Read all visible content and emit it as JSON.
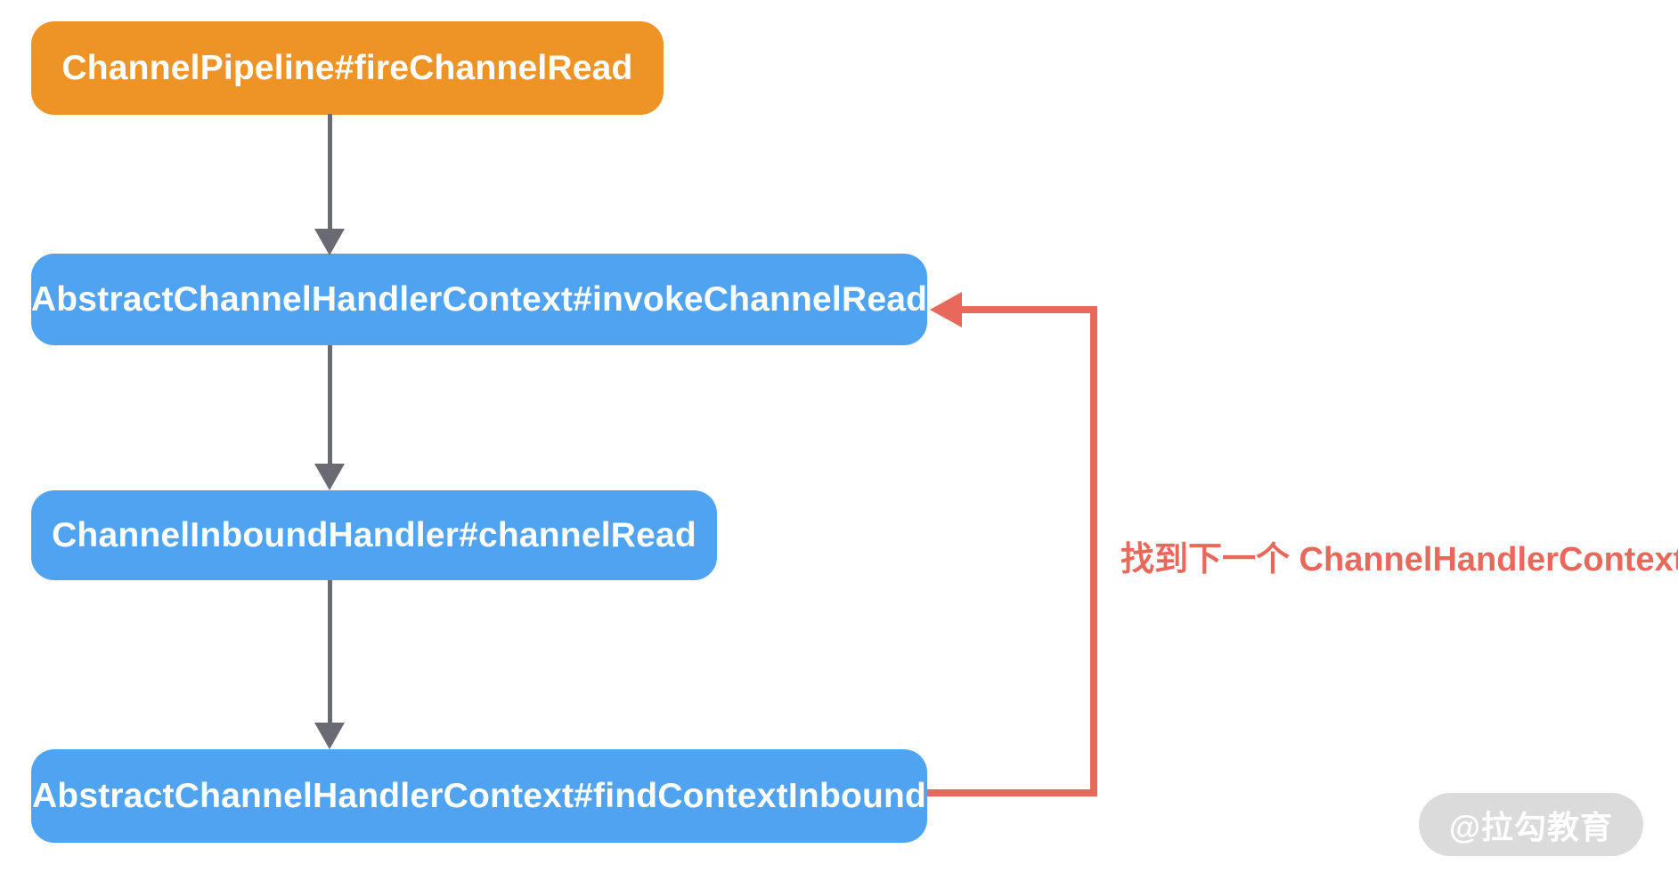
{
  "diagram": {
    "background": "#FFFFFF",
    "nodes": [
      {
        "id": "fire-channel-read",
        "label": "ChannelPipeline#fireChannelRead",
        "fill": "#EE9427",
        "text_color": "#FFFFFF",
        "shape": "rounded-rect"
      },
      {
        "id": "invoke-channel-read",
        "label": "AbstractChannelHandlerContext#invokeChannelRead",
        "fill": "#4FA3F0",
        "text_color": "#FFFFFF",
        "shape": "rounded-rect"
      },
      {
        "id": "channel-read",
        "label": "ChannelInboundHandler#channelRead",
        "fill": "#4FA3F0",
        "text_color": "#FFFFFF",
        "shape": "rounded-rect"
      },
      {
        "id": "find-context-inbound",
        "label": "AbstractChannelHandlerContext#findContextInbound",
        "fill": "#4FA3F0",
        "text_color": "#FFFFFF",
        "shape": "rounded-rect"
      }
    ],
    "edges": [
      {
        "from": "fire-channel-read",
        "to": "invoke-channel-read",
        "direction": "down",
        "color": "#6A6A72"
      },
      {
        "from": "invoke-channel-read",
        "to": "channel-read",
        "direction": "down",
        "color": "#6A6A72"
      },
      {
        "from": "channel-read",
        "to": "find-context-inbound",
        "direction": "down",
        "color": "#6A6A72"
      },
      {
        "from": "find-context-inbound",
        "to": "invoke-channel-read",
        "direction": "loop-back-right",
        "color": "#E8695C"
      }
    ],
    "annotation": {
      "text": "找到下一个 ChannelHandlerContext",
      "color": "#E8695C"
    },
    "watermark": {
      "text": "@拉勾教育",
      "pill_color": "#DBDBDB",
      "text_color": "#FFFFFF"
    }
  }
}
